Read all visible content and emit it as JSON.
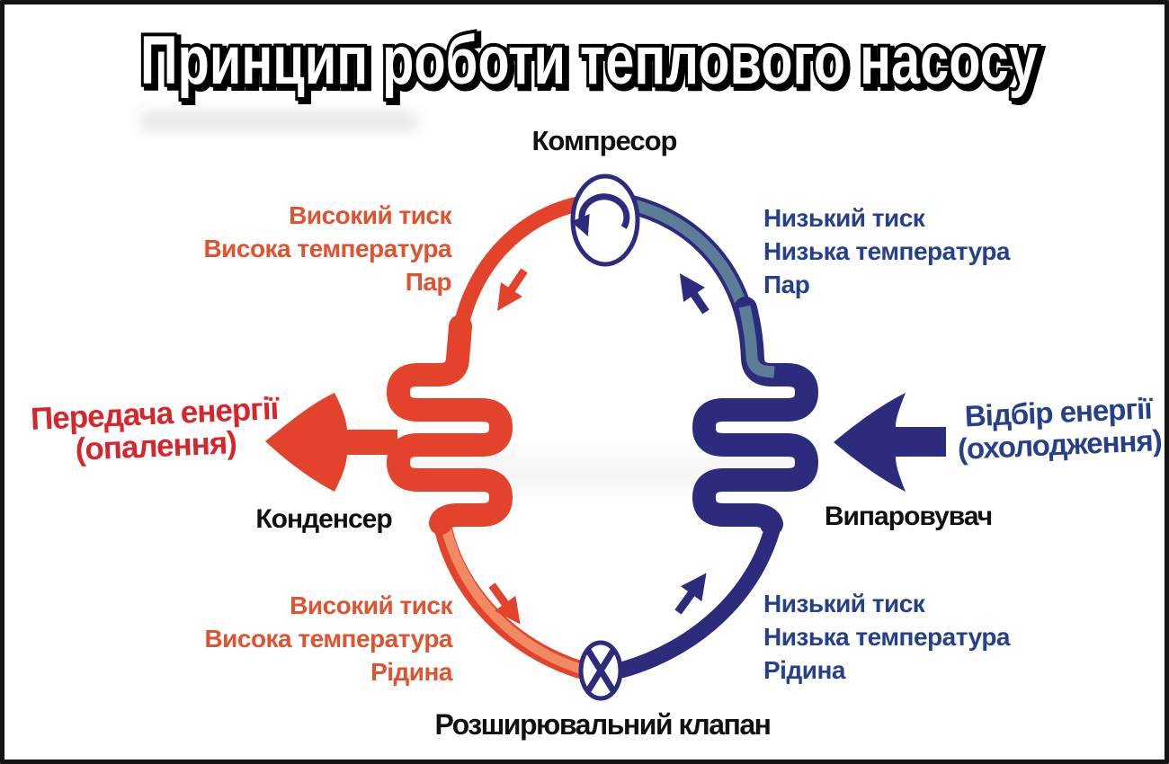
{
  "title": "Принцип роботи теплового насосу",
  "components": {
    "compressor": "Компресор",
    "condenser": "Конденсер",
    "evaporator": "Випаровувач",
    "expansion_valve": "Розширювальний клапан"
  },
  "states": {
    "top_left": [
      "Високий тиск",
      "Висока температура",
      "Пар"
    ],
    "top_right": [
      "Низький тиск",
      "Низька температура",
      "Пар"
    ],
    "bottom_left": [
      "Високий тиск",
      "Висока температура",
      "Рідина"
    ],
    "bottom_right": [
      "Низький тиск",
      "Низька температура",
      "Рідина"
    ]
  },
  "energy_out": {
    "line1": "Передача енергії",
    "line2": "(опалення)"
  },
  "energy_in": {
    "line1": "Відбір енергії",
    "line2": "(охолодження)"
  },
  "icons": {
    "compressor": "rotation-ccw-arrow-icon",
    "expansion_valve": "circle-x-valve-icon",
    "condenser": "serpentine-coil-icon",
    "evaporator": "serpentine-coil-icon",
    "heat_output": "big-left-arrow-icon",
    "heat_input": "big-left-arrow-icon",
    "flow": "small-flow-arrow-icons"
  },
  "colors": {
    "hot": "#e2432a",
    "hot_text": "#e05330",
    "salmon": "#ef8a63",
    "cold": "#2c2b7e",
    "cold_mid": "#5b7d95",
    "red_text": "#d8252b",
    "blue_text": "#26408c",
    "ink": "#111111"
  }
}
